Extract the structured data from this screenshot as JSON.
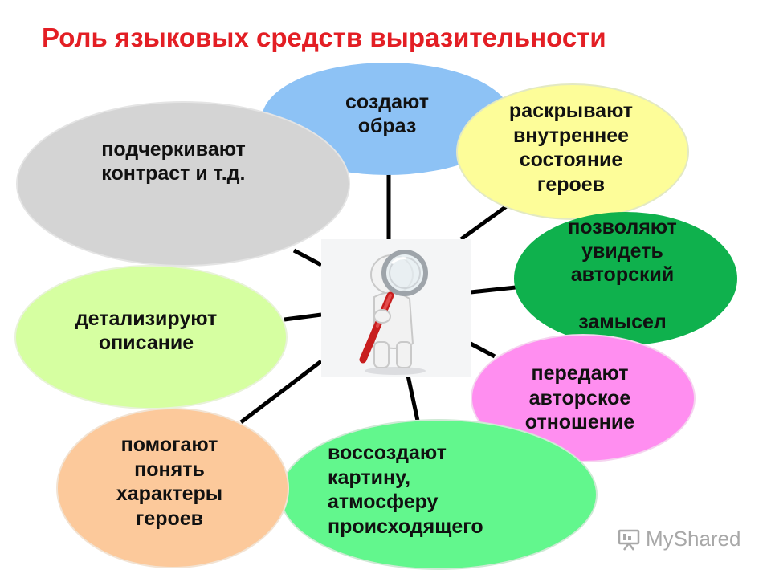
{
  "title": "Роль языковых средств выразительности",
  "nodes": {
    "create_image": "создают\nобраз",
    "reveal_state": "раскрывают\nвнутреннее\nсостояние\nгероев",
    "author_intent": "позволяют\nувидеть\nавторский\n\nзамысел",
    "author_attitude": "передают\nавторское\nотношение",
    "recreate_picture": "воссоздают\nкартину,\nатмосферу\nпроисходящего",
    "understand_heroes": "помогают\nпонять\nхарактеры\nгероев",
    "detail_description": "детализируют\nописание",
    "contrast": "подчеркивают\nконтраст и т.д."
  },
  "watermark": "MyShared",
  "colors": {
    "title": "#e31e24",
    "create_image": "#8dc2f5",
    "reveal_state": "#fdfd99",
    "author_intent": "#0fb14d",
    "author_attitude": "#ff8ef0",
    "recreate_picture": "#62f78d",
    "understand_heroes": "#fcc99b",
    "detail_description": "#d6ffa1",
    "contrast": "#d4d4d4",
    "connector": "#000000"
  },
  "icons": {
    "center": "magnifier-person-icon",
    "watermark": "presentation-board-icon"
  }
}
